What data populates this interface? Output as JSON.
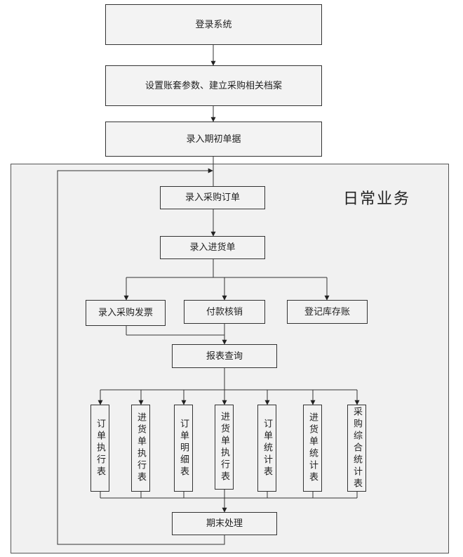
{
  "region": {
    "title": "日常业务"
  },
  "nodes": {
    "login": "登录系统",
    "setup": "设置账套参数、建立采购相关档案",
    "opening": "录入期初单据",
    "purchase_order": "录入采购订单",
    "receipt": "录入进货单",
    "invoice": "录入采购发票",
    "payment": "付款核销",
    "ledger": "登记库存账",
    "report_query": "报表查询",
    "period_end": "期末处理"
  },
  "reports": [
    "订单执行表",
    "进货单执行表",
    "订单明细表",
    "进货单执行表",
    "订单统计表",
    "进货单统计表",
    "采购综合统计表"
  ]
}
